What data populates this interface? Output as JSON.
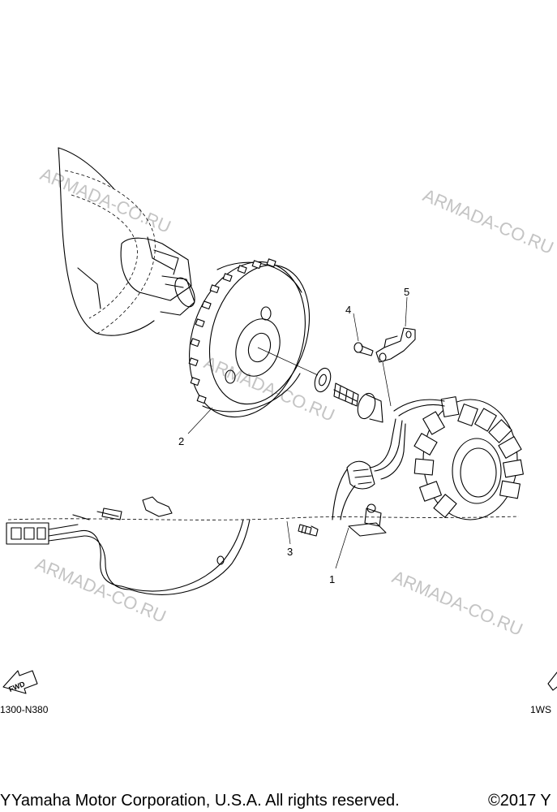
{
  "watermark": "ARMADA-CO.RU",
  "callouts": [
    "1",
    "2",
    "3",
    "4",
    "5"
  ],
  "fwd_label": "FWD",
  "diagram_code_left": "1300-N380",
  "diagram_code_right": "1WS",
  "copyright_notice": "Yamaha Motor Corporation, U.S.A. All rights reserved.",
  "copyright_year": "©2017 Y"
}
